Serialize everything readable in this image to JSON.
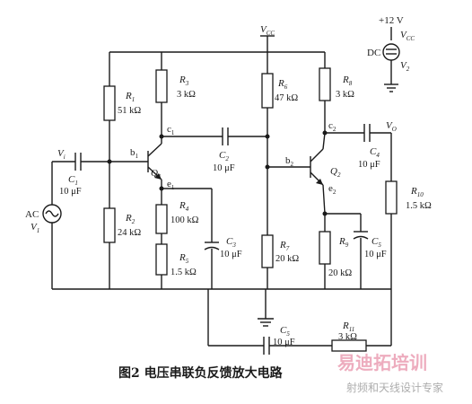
{
  "caption": "图2 电压串联负反馈放大电路",
  "watermark": {
    "main": "射频和天线设计专家",
    "logo_text": "易迪拓培训"
  },
  "supply": {
    "vcc_top": "V",
    "vcc_sub": "CC",
    "plus12": "+12 V",
    "dc": "DC",
    "v2": "V",
    "v2_sub": "2",
    "vcc_right": "V",
    "vcc_right_sub": "CC"
  },
  "source": {
    "ac": "AC",
    "v1": "V",
    "v1_sub": "1"
  },
  "nodes": {
    "vi": "V",
    "vi_sub": "i",
    "vo": "V",
    "vo_sub": "O",
    "b1": "b",
    "b1_sub": "1",
    "c1": "c",
    "c1_sub": "1",
    "e1": "e",
    "e1_sub": "1",
    "q1": "Q",
    "q1_sub": "1",
    "b2": "b",
    "b2_sub": "2",
    "c2": "c",
    "c2_sub": "2",
    "e2": "e",
    "e2_sub": "2",
    "q2": "Q",
    "q2_sub": "2"
  },
  "components": {
    "R1": {
      "name": "R",
      "sub": "1",
      "value": "51 kΩ"
    },
    "R2": {
      "name": "R",
      "sub": "2",
      "value": "24 kΩ"
    },
    "R3": {
      "name": "R",
      "sub": "3",
      "value": "3 kΩ"
    },
    "R4": {
      "name": "R",
      "sub": "4",
      "value": "100 kΩ"
    },
    "R5": {
      "name": "R",
      "sub": "5",
      "value": "1.5 kΩ"
    },
    "R6": {
      "name": "R",
      "sub": "6",
      "value": "47 kΩ"
    },
    "R7": {
      "name": "R",
      "sub": "7",
      "value": "20 kΩ"
    },
    "R8": {
      "name": "R",
      "sub": "8",
      "value": "3 kΩ"
    },
    "R9": {
      "name": "R",
      "sub": "9",
      "value": "20 kΩ"
    },
    "R10": {
      "name": "R",
      "sub": "10",
      "value": "1.5 kΩ"
    },
    "R11": {
      "name": "R",
      "sub": "11",
      "value": "3 kΩ"
    },
    "C1": {
      "name": "C",
      "sub": "1",
      "value": "10 μF"
    },
    "C2": {
      "name": "C",
      "sub": "2",
      "value": "10 μF"
    },
    "C3": {
      "name": "C",
      "sub": "3",
      "value": "10 μF"
    },
    "C4": {
      "name": "C",
      "sub": "4",
      "value": "10 μF"
    },
    "C5a": {
      "name": "C",
      "sub": "5",
      "value": "10 μF"
    },
    "C5b": {
      "name": "C",
      "sub": "5",
      "value": "10 μF"
    }
  }
}
